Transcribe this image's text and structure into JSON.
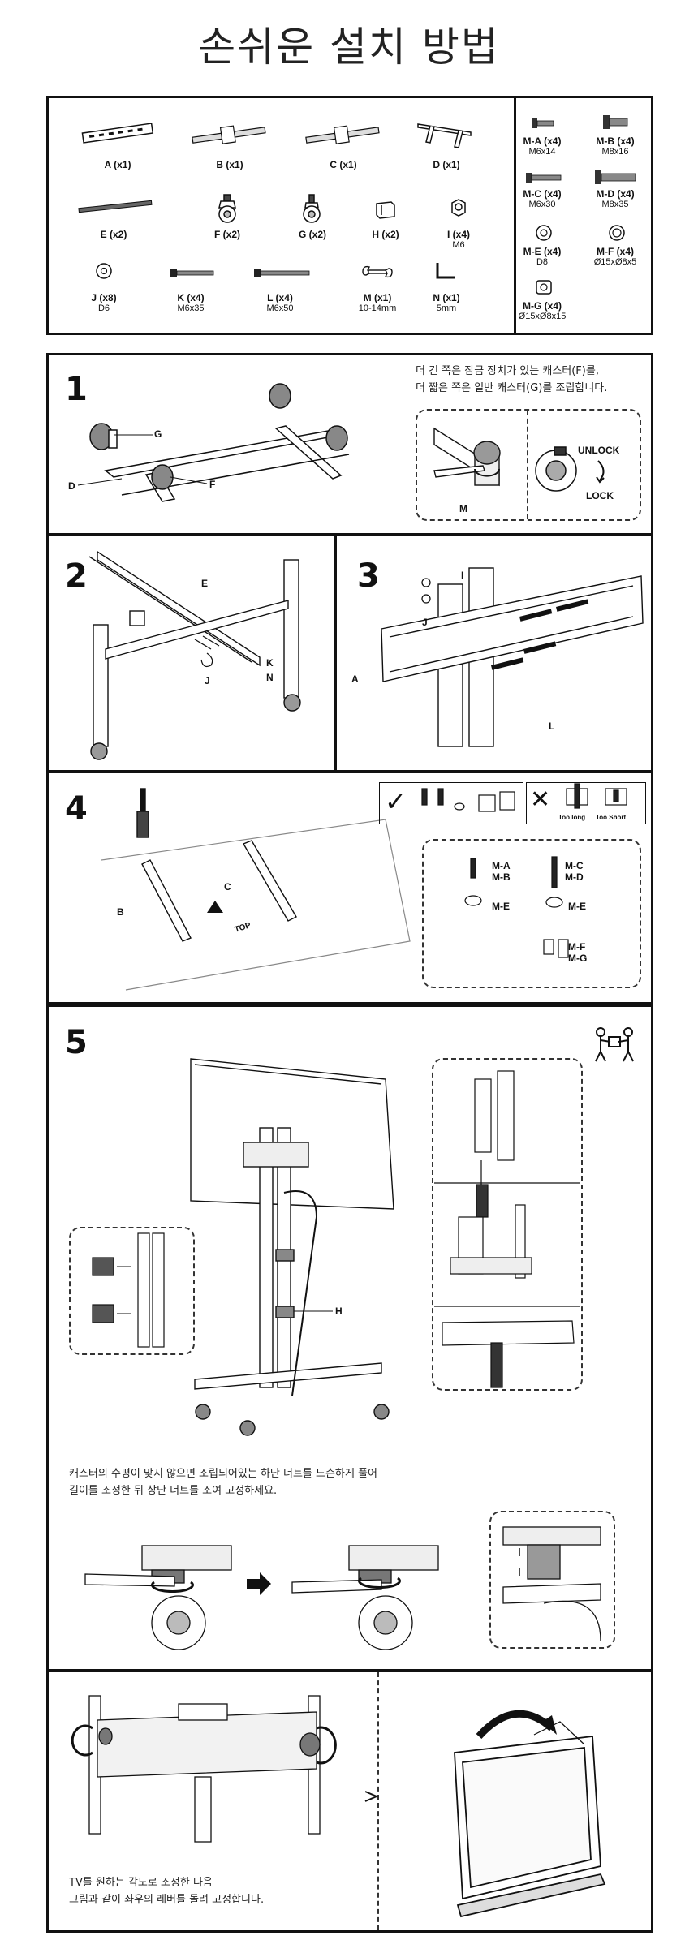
{
  "title": "손쉬운 설치 방법",
  "parts": [
    {
      "label": "A (x1)",
      "sub": ""
    },
    {
      "label": "B (x1)",
      "sub": ""
    },
    {
      "label": "C (x1)",
      "sub": ""
    },
    {
      "label": "D (x1)",
      "sub": ""
    },
    {
      "label": "E (x2)",
      "sub": ""
    },
    {
      "label": "F (x2)",
      "sub": ""
    },
    {
      "label": "G (x2)",
      "sub": ""
    },
    {
      "label": "H (x2)",
      "sub": ""
    },
    {
      "label": "I (x4)",
      "sub": "M6"
    },
    {
      "label": "J (x8)",
      "sub": "D6"
    },
    {
      "label": "K (x4)",
      "sub": "M6x35"
    },
    {
      "label": "L (x4)",
      "sub": "M6x50"
    },
    {
      "label": "M (x1)",
      "sub": "10-14mm"
    },
    {
      "label": "N (x1)",
      "sub": "5mm"
    }
  ],
  "screws": [
    {
      "label": "M-A (x4)",
      "sub": "M6x14"
    },
    {
      "label": "M-B (x4)",
      "sub": "M8x16"
    },
    {
      "label": "M-C (x4)",
      "sub": "M6x30"
    },
    {
      "label": "M-D (x4)",
      "sub": "M8x35"
    },
    {
      "label": "M-E (x4)",
      "sub": "D8"
    },
    {
      "label": "M-F (x4)",
      "sub": "Ø15xØ8x5"
    },
    {
      "label": "M-G (x4)",
      "sub": "Ø15xØ8x15"
    }
  ],
  "step1": {
    "num": "1",
    "note_line1": "더 긴 쪽은 잠금 장치가 있는 캐스터(F)를,",
    "note_line2": "더 짧은 쪽은 일반 캐스터(G)를 조립합니다.",
    "unlock": "UNLOCK",
    "lock": "LOCK",
    "labels": {
      "g": "G",
      "d": "D",
      "f": "F",
      "m": "M"
    }
  },
  "step2": {
    "num": "2",
    "labels": {
      "e": "E",
      "j": "J",
      "k": "K",
      "n": "N"
    }
  },
  "step3": {
    "num": "3",
    "labels": {
      "i": "I",
      "j": "J",
      "a": "A",
      "l": "L"
    }
  },
  "step4": {
    "num": "4",
    "labels": {
      "b": "B",
      "c": "C",
      "top": "TOP"
    },
    "too_long": "Too long",
    "too_short": "Too Short",
    "ma_mb": "M-A\nM-B",
    "mc_md": "M-C\nM-D",
    "me": "M-E",
    "mf_mg": "M-F\nM-G"
  },
  "step5": {
    "num": "5",
    "labels": {
      "h": "H"
    },
    "note_line1": "캐스터의 수평이 맞지 않으면 조립되어있는 하단 너트를 느슨하게 풀어",
    "note_line2": "길이를 조정한 뒤 상단 너트를 조여 고정하세요."
  },
  "step6": {
    "note_line1": "TV를 원하는 각도로 조정한 다음",
    "note_line2": "그림과 같이 좌우의 레버를 돌려 고정합니다."
  }
}
